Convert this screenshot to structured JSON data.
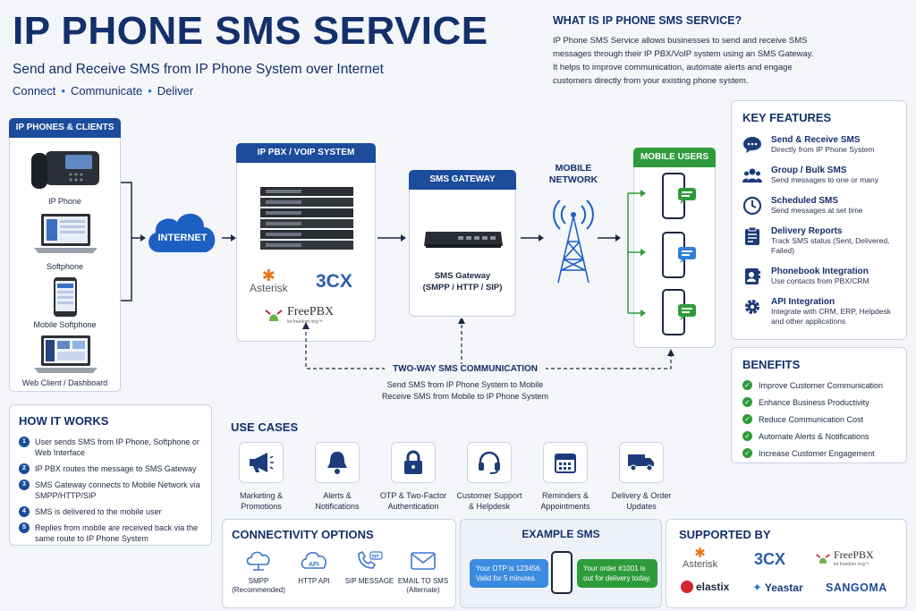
{
  "header": {
    "title": "IP PHONE SMS SERVICE",
    "subtitle": "Send and Receive SMS from IP Phone System over Internet",
    "tagline": [
      "Connect",
      "Communicate",
      "Deliver"
    ]
  },
  "what_is": {
    "title": "WHAT IS IP PHONE SMS SERVICE?",
    "lines": [
      "IP Phone SMS Service allows businesses to send and receive SMS",
      "messages through their IP PBX/VoIP system using an SMS Gateway.",
      "It helps to improve communication, automate alerts and engage",
      "customers directly from your existing phone system."
    ]
  },
  "clients": {
    "title": "IP PHONES & CLIENTS",
    "items": [
      "IP Phone",
      "Softphone",
      "Mobile Softphone",
      "Web Client / Dashboard"
    ]
  },
  "internet": "INTERNET",
  "pbx": {
    "title": "IP PBX / VOIP SYSTEM",
    "brands": [
      "Asterisk",
      "3CX",
      "FreePBX",
      "let freedom ring™"
    ]
  },
  "gateway": {
    "title": "SMS GATEWAY",
    "line1": "SMS Gateway",
    "line2": "(SMPP / HTTP / SIP)"
  },
  "mobile_network": {
    "line1": "MOBILE",
    "line2": "NETWORK"
  },
  "mobile_users": {
    "title": "MOBILE USERS"
  },
  "two_way": {
    "title": "TWO-WAY SMS COMMUNICATION",
    "line1": "Send SMS from IP Phone System to Mobile",
    "line2": "Receive SMS from Mobile to IP Phone System"
  },
  "how_it_works": {
    "title": "HOW IT WORKS",
    "steps": [
      {
        "n": "1",
        "text": "User sends SMS from IP Phone, Softphone or Web Interface"
      },
      {
        "n": "2",
        "text": "IP PBX routes the message to SMS Gateway"
      },
      {
        "n": "3",
        "text": "SMS Gateway connects to Mobile Network via SMPP/HTTP/SIP"
      },
      {
        "n": "4",
        "text": "SMS is delivered to the mobile user"
      },
      {
        "n": "5",
        "text": "Replies from mobile are received back via the same route to IP Phone System"
      }
    ]
  },
  "use_cases": {
    "title": "USE CASES",
    "items": [
      {
        "l1": "Marketing &",
        "l2": "Promotions"
      },
      {
        "l1": "Alerts &",
        "l2": "Notifications"
      },
      {
        "l1": "OTP & Two-Factor",
        "l2": "Authentication"
      },
      {
        "l1": "Customer Support",
        "l2": "& Helpdesk"
      },
      {
        "l1": "Reminders &",
        "l2": "Appointments"
      },
      {
        "l1": "Delivery & Order",
        "l2": "Updates"
      }
    ]
  },
  "key_features": {
    "title": "KEY FEATURES",
    "items": [
      {
        "title": "Send & Receive SMS",
        "desc": "Directly from IP Phone System",
        "icon": "chat-icon"
      },
      {
        "title": "Group / Bulk SMS",
        "desc": "Send messages to one or many",
        "icon": "group-icon"
      },
      {
        "title": "Scheduled SMS",
        "desc": "Send messages at set time",
        "icon": "clock-icon"
      },
      {
        "title": "Delivery Reports",
        "desc": "Track SMS status (Sent, Delivered, Failed)",
        "icon": "clipboard-icon"
      },
      {
        "title": "Phonebook Integration",
        "desc": "Use contacts from PBX/CRM",
        "icon": "phonebook-icon"
      },
      {
        "title": "API Integration",
        "desc": "Integrate with CRM, ERP, Helpdesk and other applications",
        "icon": "gear-icon"
      }
    ]
  },
  "benefits": {
    "title": "BENEFITS",
    "items": [
      "Improve Customer Communication",
      "Enhance Business Productivity",
      "Reduce Communication Cost",
      "Automate Alerts & Notifications",
      "Increase Customer Engagement"
    ]
  },
  "connectivity": {
    "title": "CONNECTIVITY OPTIONS",
    "items": [
      {
        "l1": "SMPP",
        "l2": "(Recommended)"
      },
      {
        "l1": "HTTP API",
        "l2": ""
      },
      {
        "l1": "SIP MESSAGE",
        "l2": ""
      },
      {
        "l1": "EMAIL TO SMS",
        "l2": "(Alternate)"
      }
    ]
  },
  "example_sms": {
    "title": "EXAMPLE SMS",
    "left": [
      "Your OTP is 123456.",
      "Valid for 5 minutes."
    ],
    "right": [
      "Your order #1001 is",
      "out for delivery today."
    ]
  },
  "supported_by": {
    "title": "SUPPORTED BY",
    "items": [
      "Asterisk",
      "3CX",
      "FreePBX",
      "let freedom ring™",
      "elastix",
      "Yeastar",
      "SANGOMA"
    ]
  },
  "colors": {
    "navy": "#13306b",
    "blue": "#1c4c9c",
    "green": "#2e9b3a"
  }
}
